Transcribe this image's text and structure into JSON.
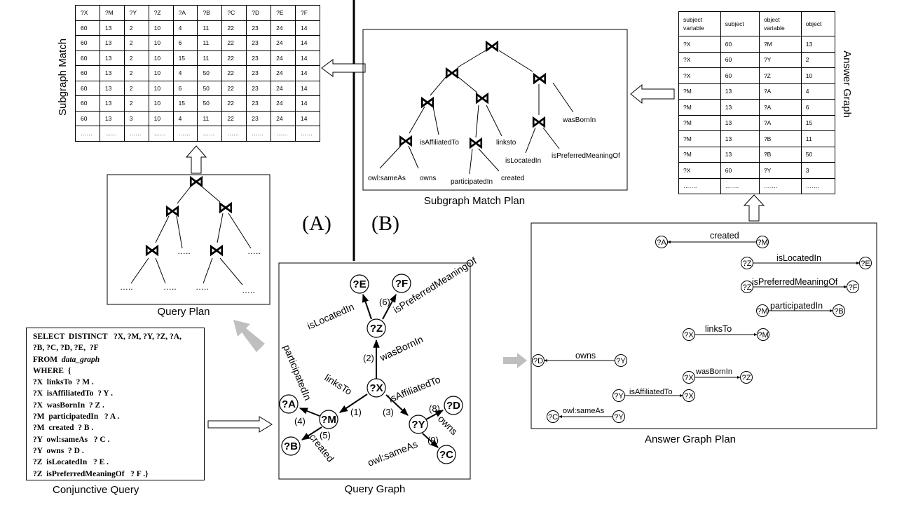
{
  "section_labels": {
    "a": "(A)",
    "b": "(B)"
  },
  "captions": {
    "subgraph_match": "Subgraph Match",
    "answer_graph": "Answer Graph",
    "subgraph_match_plan": "Subgraph Match Plan",
    "query_plan": "Query Plan",
    "conjunctive_query": "Conjunctive Query",
    "query_graph": "Query Graph",
    "answer_graph_plan": "Answer Graph Plan"
  },
  "subgraph_match_table": {
    "headers": [
      "?X",
      "?M",
      "?Y",
      "?Z",
      "?A",
      "?B",
      "?C",
      "?D",
      "?E",
      "?F"
    ],
    "rows": [
      [
        "60",
        "13",
        "2",
        "10",
        "4",
        "11",
        "22",
        "23",
        "24",
        "14"
      ],
      [
        "60",
        "13",
        "2",
        "10",
        "6",
        "11",
        "22",
        "23",
        "24",
        "14"
      ],
      [
        "60",
        "13",
        "2",
        "10",
        "15",
        "11",
        "22",
        "23",
        "24",
        "14"
      ],
      [
        "60",
        "13",
        "2",
        "10",
        "4",
        "50",
        "22",
        "23",
        "24",
        "14"
      ],
      [
        "60",
        "13",
        "2",
        "10",
        "6",
        "50",
        "22",
        "23",
        "24",
        "14"
      ],
      [
        "60",
        "13",
        "2",
        "10",
        "15",
        "50",
        "22",
        "23",
        "24",
        "14"
      ],
      [
        "60",
        "13",
        "3",
        "10",
        "4",
        "11",
        "22",
        "23",
        "24",
        "14"
      ],
      [
        "……",
        "……",
        "……",
        "……",
        "……",
        "……",
        "……",
        "……",
        "……",
        "……"
      ]
    ]
  },
  "answer_graph_table": {
    "headers": [
      [
        "subject",
        "variable"
      ],
      [
        "subject"
      ],
      [
        "object",
        "variable"
      ],
      [
        "object"
      ]
    ],
    "rows": [
      [
        "?X",
        "60",
        "?M",
        "13"
      ],
      [
        "?X",
        "60",
        "?Y",
        "2"
      ],
      [
        "?X",
        "60",
        "?Z",
        "10"
      ],
      [
        "?M",
        "13",
        "?A",
        "4"
      ],
      [
        "?M",
        "13",
        "?A",
        "6"
      ],
      [
        "?M",
        "13",
        "?A",
        "15"
      ],
      [
        "?M",
        "13",
        "?B",
        "11"
      ],
      [
        "?M",
        "13",
        "?B",
        "50"
      ],
      [
        "?X",
        "60",
        "?Y",
        "3"
      ],
      [
        "…….",
        "…….",
        "…….",
        "……."
      ]
    ]
  },
  "join_symbol": "⋈",
  "subgraph_match_plan_labels": {
    "isAffiliatedTo": "isAffiliatedTo",
    "linksto": "linksto",
    "wasBornIn": "wasBornIn",
    "isLocatedIn": "isLocatedIn",
    "isPreferredMeaningOf": "isPreferredMeaningOf",
    "owl_sameAs": "owl:sameAs",
    "owns": "owns",
    "participatedIn": "participatedIn",
    "created": "created"
  },
  "query_plan_ellipsis": "…..",
  "conjunctive_query": [
    {
      "text": "SELECT  DISTINCT   ?X, ?M, ?Y, ?Z, ?A,"
    },
    {
      "text": "?B, ?C, ?D, ?E,  ?F"
    },
    {
      "text": "FROM  ",
      "italic": "data_graph"
    },
    {
      "text": "WHERE  {"
    },
    {
      "text": "?X  linksTo  ? M ."
    },
    {
      "text": "?X  isAffiliatedTo  ? Y ."
    },
    {
      "text": "?X  wasBornIn  ? Z ."
    },
    {
      "text": "?M  participatedIn   ? A ."
    },
    {
      "text": "?M  created  ? B ."
    },
    {
      "text": "?Y  owl:sameAs   ? C ."
    },
    {
      "text": "?Y  owns  ? D ."
    },
    {
      "text": "?Z  isLocatedIn   ? E ."
    },
    {
      "text": "?Z  isPreferredMeaningOf   ? F .}"
    }
  ],
  "query_graph": {
    "nodes": {
      "X": "?X",
      "M": "?M",
      "Y": "?Y",
      "Z": "?Z",
      "A": "?A",
      "B": "?B",
      "C": "?C",
      "D": "?D",
      "E": "?E",
      "F": "?F"
    },
    "edges": {
      "linksTo": "linksTo",
      "isAffiliatedTo": "isAffiliatedTo",
      "wasBornIn": "wasBornIn",
      "participatedIn": "participatedIn",
      "created": "created",
      "owlSameAs": "owl:sameAs",
      "owns": "owns",
      "isLocatedIn": "isLocatedIn",
      "isPreferredMeaningOf": "isPreferredMeaningOf"
    },
    "order_labels": [
      "(1)",
      "(2)",
      "(3)",
      "(4)",
      "(5)",
      "(6)",
      "(8)",
      "(9)"
    ]
  },
  "answer_graph_plan": [
    {
      "from": "?M",
      "to": "?A",
      "label": "created"
    },
    {
      "from": "?Z",
      "to": "?E",
      "label": "isLocatedIn"
    },
    {
      "from": "?Z",
      "to": "?F",
      "label": "isPreferredMeaningOf"
    },
    {
      "from": "?M",
      "to": "?B",
      "label": "participatedIn"
    },
    {
      "from": "?X",
      "to": "?M",
      "label": "linksTo"
    },
    {
      "from": "?Y",
      "to": "?D",
      "label": "owns"
    },
    {
      "from": "?X",
      "to": "?Z",
      "label": "wasBornIn"
    },
    {
      "from": "?Y",
      "to": "?X",
      "label": "isAffiliatedTo"
    },
    {
      "from": "?Y",
      "to": "?C",
      "label": "owl:sameAs"
    }
  ]
}
